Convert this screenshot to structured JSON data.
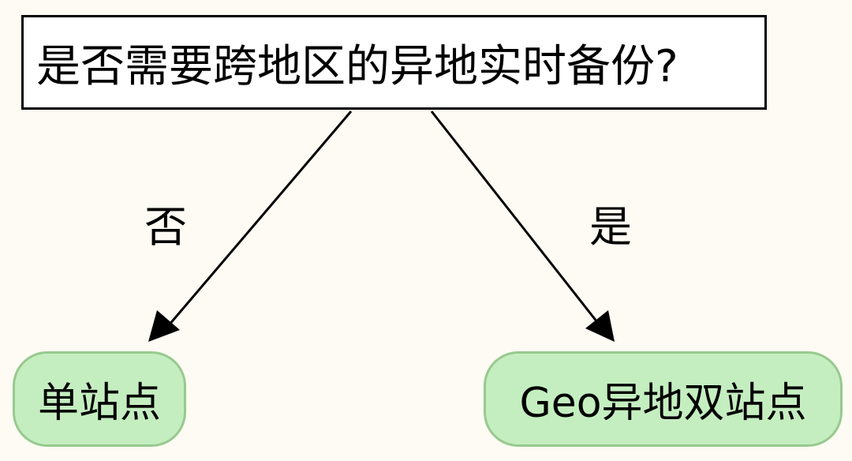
{
  "question": {
    "text": "是否需要跨地区的异地实时备份?"
  },
  "edges": {
    "no_label": "否",
    "yes_label": "是"
  },
  "leaves": {
    "single_site": "单站点",
    "geo_dual_site": "Geo异地双站点"
  },
  "colors": {
    "background": "#fdfbf3",
    "leaf_fill": "#c4eec0",
    "leaf_border": "#98c98f",
    "line": "#000000"
  }
}
